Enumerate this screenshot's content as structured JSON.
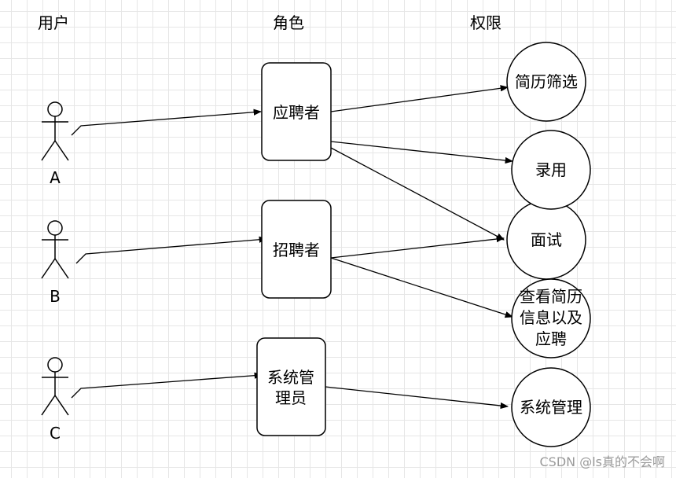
{
  "headers": {
    "users": "用户",
    "roles": "角色",
    "permissions": "权限"
  },
  "users": [
    {
      "id": "A",
      "label": "A"
    },
    {
      "id": "B",
      "label": "B"
    },
    {
      "id": "C",
      "label": "C"
    }
  ],
  "roles": [
    {
      "id": "applicant",
      "lines": [
        "应聘者"
      ]
    },
    {
      "id": "recruiter",
      "lines": [
        "招聘者"
      ]
    },
    {
      "id": "admin",
      "lines": [
        "系统管",
        "理员"
      ]
    }
  ],
  "permissions": [
    {
      "id": "screen",
      "lines": [
        "简历筛选"
      ]
    },
    {
      "id": "hire",
      "lines": [
        "录用"
      ]
    },
    {
      "id": "interview",
      "lines": [
        "面试"
      ]
    },
    {
      "id": "view",
      "lines": [
        "查看简历",
        "信息以及",
        "应聘"
      ]
    },
    {
      "id": "sysmgmt",
      "lines": [
        "系统管理"
      ]
    }
  ],
  "edges": [
    {
      "from": "user-A",
      "to": "role-applicant"
    },
    {
      "from": "user-B",
      "to": "role-recruiter"
    },
    {
      "from": "user-C",
      "to": "role-admin"
    },
    {
      "from": "role-applicant",
      "to": "perm-screen"
    },
    {
      "from": "role-applicant",
      "to": "perm-hire"
    },
    {
      "from": "role-applicant",
      "to": "perm-interview"
    },
    {
      "from": "role-recruiter",
      "to": "perm-interview"
    },
    {
      "from": "role-recruiter",
      "to": "perm-view"
    },
    {
      "from": "role-admin",
      "to": "perm-sysmgmt"
    }
  ],
  "watermark": "CSDN @ls真的不会啊"
}
